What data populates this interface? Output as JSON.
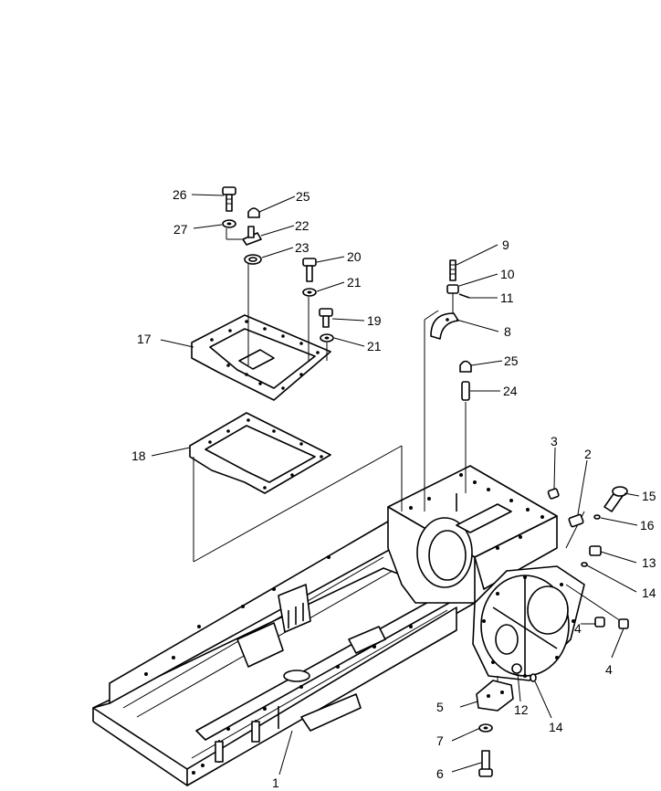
{
  "diagram": {
    "callouts": [
      {
        "id": "c1",
        "label": "1"
      },
      {
        "id": "c2",
        "label": "2"
      },
      {
        "id": "c3",
        "label": "3"
      },
      {
        "id": "c4a",
        "label": "4"
      },
      {
        "id": "c4b",
        "label": "4"
      },
      {
        "id": "c5",
        "label": "5"
      },
      {
        "id": "c6",
        "label": "6"
      },
      {
        "id": "c7",
        "label": "7"
      },
      {
        "id": "c8",
        "label": "8"
      },
      {
        "id": "c9",
        "label": "9"
      },
      {
        "id": "c10",
        "label": "10"
      },
      {
        "id": "c11",
        "label": "11"
      },
      {
        "id": "c12",
        "label": "12"
      },
      {
        "id": "c13",
        "label": "13"
      },
      {
        "id": "c14a",
        "label": "14"
      },
      {
        "id": "c14b",
        "label": "14"
      },
      {
        "id": "c15",
        "label": "15"
      },
      {
        "id": "c16",
        "label": "16"
      },
      {
        "id": "c17",
        "label": "17"
      },
      {
        "id": "c18",
        "label": "18"
      },
      {
        "id": "c19",
        "label": "19"
      },
      {
        "id": "c20",
        "label": "20"
      },
      {
        "id": "c21a",
        "label": "21"
      },
      {
        "id": "c21b",
        "label": "21"
      },
      {
        "id": "c22",
        "label": "22"
      },
      {
        "id": "c23",
        "label": "23"
      },
      {
        "id": "c24",
        "label": "24"
      },
      {
        "id": "c25a",
        "label": "25"
      },
      {
        "id": "c25b",
        "label": "25"
      },
      {
        "id": "c26",
        "label": "26"
      },
      {
        "id": "c27",
        "label": "27"
      }
    ]
  }
}
